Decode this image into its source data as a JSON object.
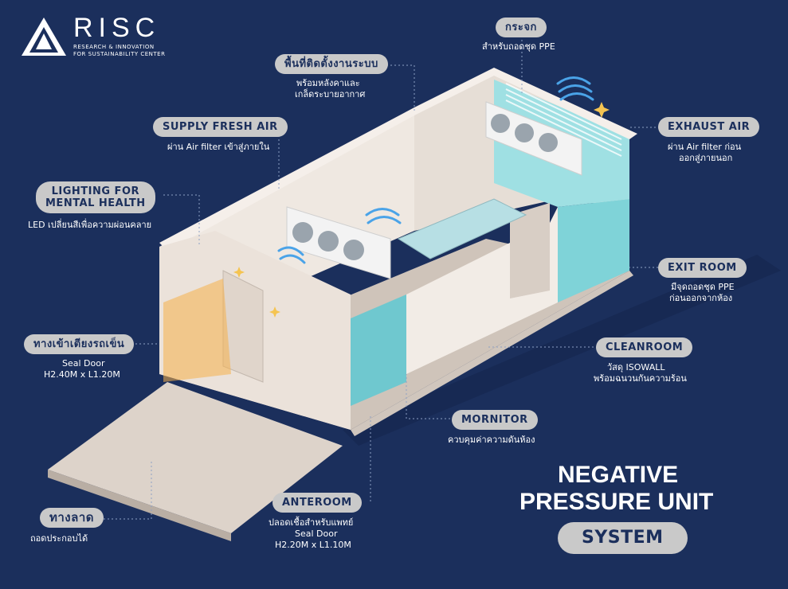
{
  "logo": {
    "name": "RISC",
    "tagline_line1": "RESEARCH & INNOVATION",
    "tagline_line2": "FOR SUSTAINABILITY CENTER"
  },
  "title": {
    "line1": "NEGATIVE",
    "line2": "PRESSURE UNIT",
    "badge": "SYSTEM"
  },
  "labels": {
    "glass": {
      "title": "กระจก",
      "desc1": "สำหรับถอดชุด PPE"
    },
    "install_area": {
      "title": "พื้นที่ติดตั้งงานระบบ",
      "desc1": "พร้อมหลังคาและ",
      "desc2": "เกล็ดระบายอากาศ"
    },
    "supply_fresh_air": {
      "title": "SUPPLY FRESH AIR",
      "desc1": "ผ่าน Air filter เข้าสู่ภายใน"
    },
    "lighting": {
      "title1": "LIGHTING FOR",
      "title2": "MENTAL HEALTH",
      "desc1": "LED เปลี่ยนสีเพื่อความผ่อนคลาย"
    },
    "bed_entrance": {
      "title": "ทางเข้าเตียงรถเข็น",
      "desc1": "Seal Door",
      "desc2": "H2.40M x L1.20M"
    },
    "ramp": {
      "title": "ทางลาด",
      "desc1": "ถอดประกอบได้"
    },
    "exhaust_air": {
      "title": "EXHAUST AIR",
      "desc1": "ผ่าน Air filter ก่อน",
      "desc2": "ออกสู่ภายนอก"
    },
    "exit_room": {
      "title": "EXIT ROOM",
      "desc1": "มีจุดถอดชุด PPE",
      "desc2": "ก่อนออกจากห้อง"
    },
    "cleanroom": {
      "title": "CLEANROOM",
      "desc1": "วัสดุ ISOWALL",
      "desc2": "พร้อมฉนวนกันความร้อน"
    },
    "monitor": {
      "title": "MORNITOR",
      "desc1": "ควบคุมค่าความดันห้อง"
    },
    "anteroom": {
      "title": "ANTEROOM",
      "desc1": "ปลอดเชื้อสำหรับแพทย์",
      "desc2": "Seal Door",
      "desc3": "H2.20M x L1.10M"
    }
  },
  "colors": {
    "background": "#1b2f5c",
    "pill": "#c9c9c9",
    "wall": "#e8dfd6",
    "teal": "#7fd3d8",
    "floor": "#d9cfc6",
    "airflow": "#4aa3e8",
    "light": "#f5b04a"
  },
  "icons": [
    "logo-mark-icon",
    "ac-unit-icon",
    "airflow-icon",
    "light-glow-icon",
    "sparkle-icon"
  ]
}
